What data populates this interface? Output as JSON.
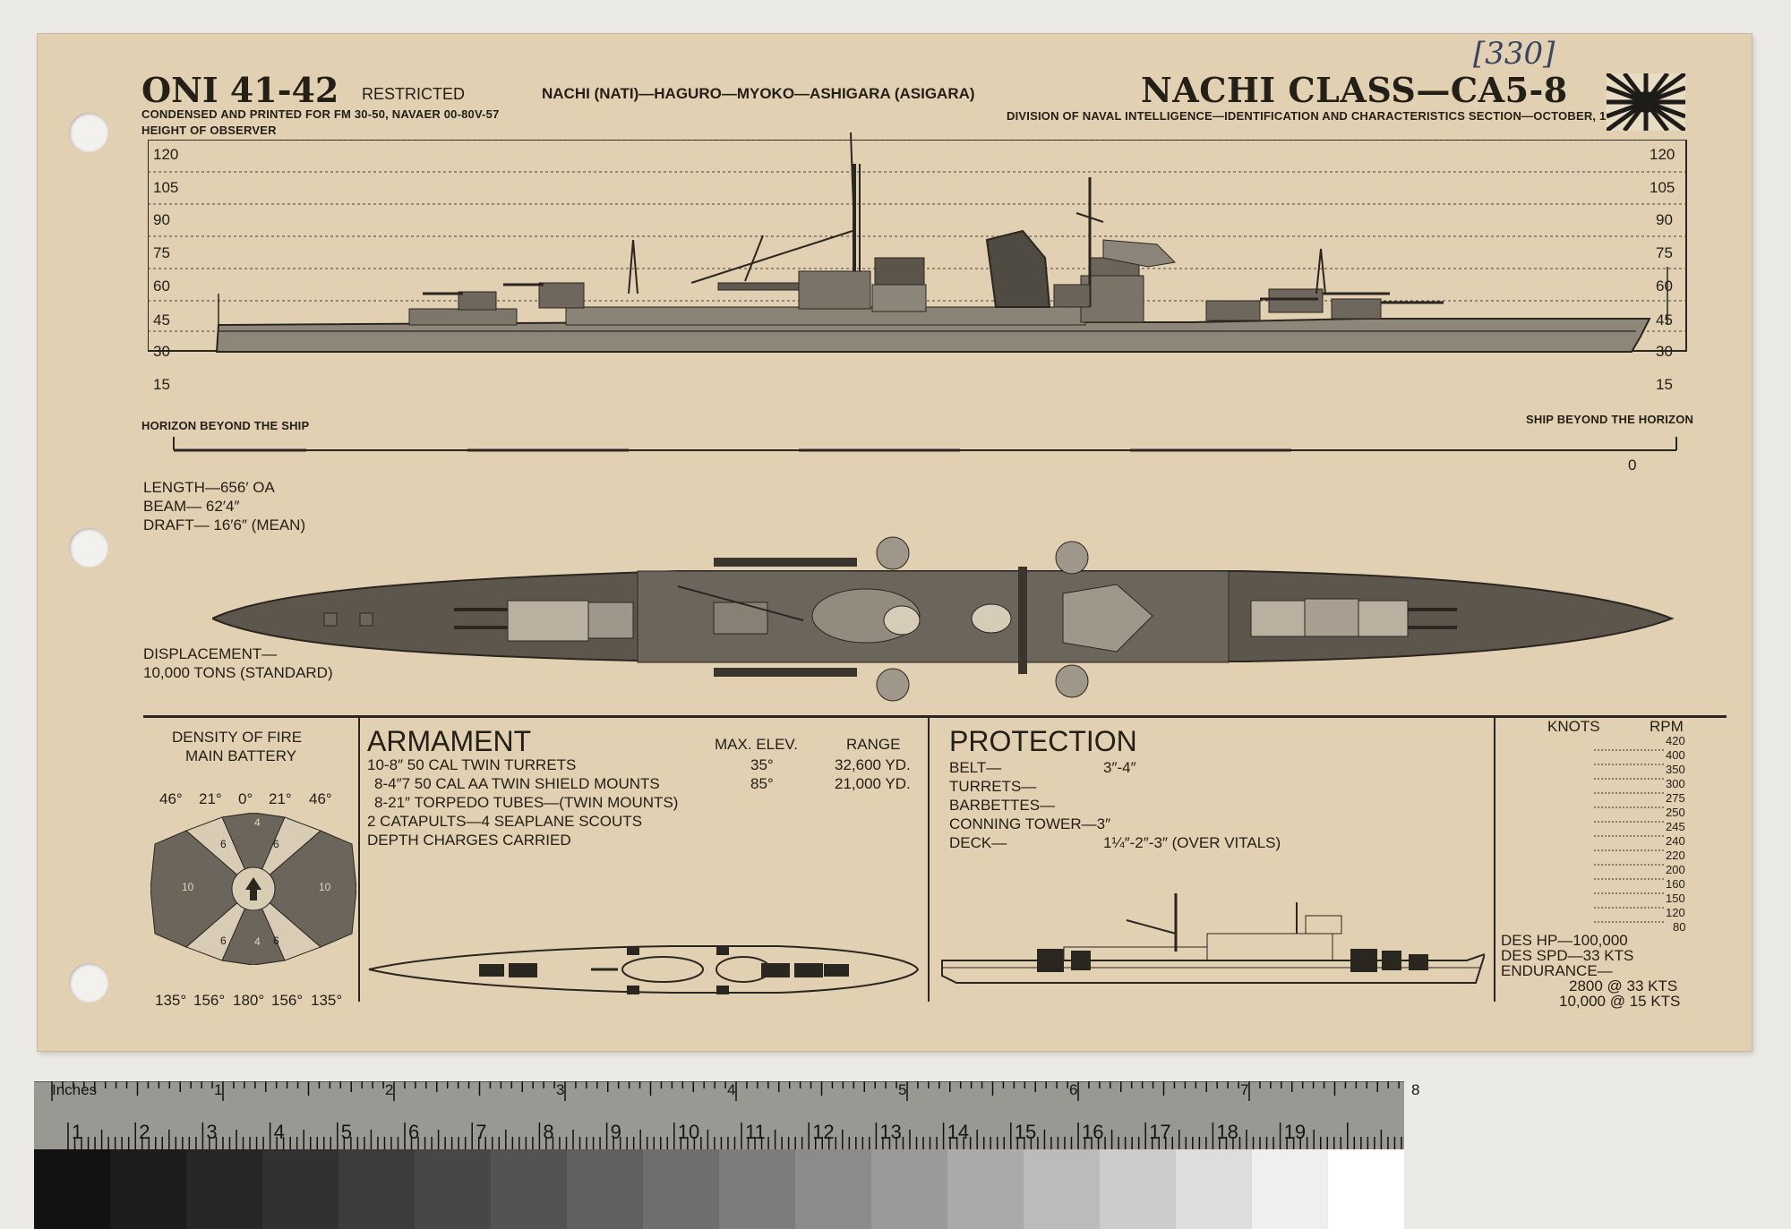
{
  "header": {
    "doc_code": "ONI 41-42",
    "restricted": "RESTRICTED",
    "condensed_note": "CONDENSED AND PRINTED FOR FM 30-50, NAVAER 00-80V-57",
    "height_observer": "HEIGHT OF OBSERVER",
    "ship_names": "NACHI (NATI)—HAGURO—MYOKO—ASHIGARA (ASIGARA)",
    "class_title": "NACHI CLASS—CA5-8",
    "division_note": "DIVISION OF NAVAL INTELLIGENCE—IDENTIFICATION AND CHARACTERISTICS SECTION—OCTOBER, 1942",
    "handwritten_number": "[330]",
    "flag_icon": "rising-sun-flag-icon"
  },
  "profile": {
    "height_ticks": [
      "120",
      "105",
      "90",
      "75",
      "60",
      "45",
      "30",
      "15"
    ],
    "horizon_left": "HORIZON BEYOND THE SHIP",
    "horizon_right": "SHIP BEYOND THE HORIZON",
    "scale_zero": "0"
  },
  "dimensions": {
    "length": "LENGTH—656′ OA",
    "beam": "BEAM— 62′4″",
    "draft": "DRAFT— 16′6″ (MEAN)",
    "displacement_label": "DISPLACEMENT—",
    "displacement_value": "10,000 TONS (STANDARD)"
  },
  "density": {
    "title_line1": "DENSITY OF FIRE",
    "title_line2": "MAIN BATTERY",
    "top_angles": [
      "46°",
      "21°",
      "0°",
      "21°",
      "46°"
    ],
    "bottom_angles": [
      "135°",
      "156°",
      "180°",
      "156°",
      "135°"
    ],
    "values": {
      "left": "10",
      "right": "10",
      "top": "4",
      "bottom": "4",
      "ul": "6",
      "ur": "6",
      "ll": "6",
      "lr": "6"
    }
  },
  "armament": {
    "title": "ARMAMENT",
    "col_elev": "MAX. ELEV.",
    "col_range": "RANGE",
    "rows": [
      {
        "text": "10-8″  50 CAL TWIN TURRETS",
        "elev": "35°",
        "range": "32,600 YD."
      },
      {
        "text": "8-4″7 50 CAL AA TWIN SHIELD MOUNTS",
        "elev": "85°",
        "range": "21,000 YD."
      },
      {
        "text": "8-21″  TORPEDO TUBES—(TWIN MOUNTS)",
        "elev": "",
        "range": ""
      },
      {
        "text": "2 CATAPULTS—4 SEAPLANE SCOUTS",
        "elev": "",
        "range": ""
      },
      {
        "text": "DEPTH CHARGES CARRIED",
        "elev": "",
        "range": ""
      }
    ]
  },
  "protection": {
    "title": "PROTECTION",
    "rows": [
      {
        "label": "BELT—",
        "value": "3″-4″"
      },
      {
        "label": "TURRETS—",
        "value": ""
      },
      {
        "label": "BARBETTES—",
        "value": ""
      },
      {
        "label": "CONNING TOWER—3″",
        "value": ""
      },
      {
        "label": "DECK—",
        "value": "1¼″-2″-3″ (OVER VITALS)"
      }
    ]
  },
  "performance": {
    "col_knots": "KNOTS",
    "col_rpm": "RPM",
    "rpm_values": [
      "420",
      "400",
      "350",
      "300",
      "275",
      "250",
      "245",
      "240",
      "220",
      "200",
      "160",
      "150",
      "120",
      "80"
    ],
    "des_hp": "DES HP—100,000",
    "des_spd": "DES SPD—33 KTS",
    "endurance": "ENDURANCE—",
    "endurance_1": "2800 @ 33 KTS",
    "endurance_2": "10,000 @ 15 KTS"
  },
  "ruler": {
    "inches_label": "Inches",
    "inch_numbers": [
      "1",
      "2",
      "3",
      "4",
      "5",
      "6",
      "7",
      "8"
    ],
    "cm_numbers": [
      "1",
      "2",
      "3",
      "4",
      "5",
      "6",
      "7",
      "8",
      "9",
      "10",
      "11",
      "12",
      "13",
      "14",
      "15",
      "16",
      "17",
      "18",
      "19"
    ],
    "gray_swatches": [
      "#121212",
      "#1c1c1c",
      "#262626",
      "#313131",
      "#3c3c3c",
      "#474747",
      "#535353",
      "#606060",
      "#6e6e6e",
      "#7c7c7c",
      "#8b8b8b",
      "#9a9a9a",
      "#aaaaaa",
      "#bbbbbb",
      "#cccccc",
      "#dddddd",
      "#efefef",
      "#ffffff"
    ]
  }
}
